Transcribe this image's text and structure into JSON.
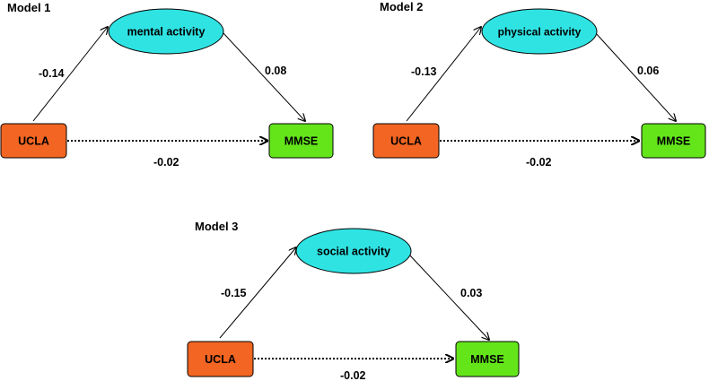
{
  "colors": {
    "predictor_fill": "#f26522",
    "outcome_fill": "#63e51a",
    "mediator_fill": "#2fe3e3",
    "stroke": "#000000"
  },
  "models": [
    {
      "title": "Model 1",
      "predictor": "UCLA",
      "mediator": "mental activity",
      "outcome": "MMSE",
      "path_a": "-0.14",
      "path_b": "0.08",
      "path_c": "-0.02"
    },
    {
      "title": "Model 2",
      "predictor": "UCLA",
      "mediator": "physical activity",
      "outcome": "MMSE",
      "path_a": "-0.13",
      "path_b": "0.06",
      "path_c": "-0.02"
    },
    {
      "title": "Model 3",
      "predictor": "UCLA",
      "mediator": "social activity",
      "outcome": "MMSE",
      "path_a": "-0.15",
      "path_b": "0.03",
      "path_c": "-0.02"
    }
  ]
}
